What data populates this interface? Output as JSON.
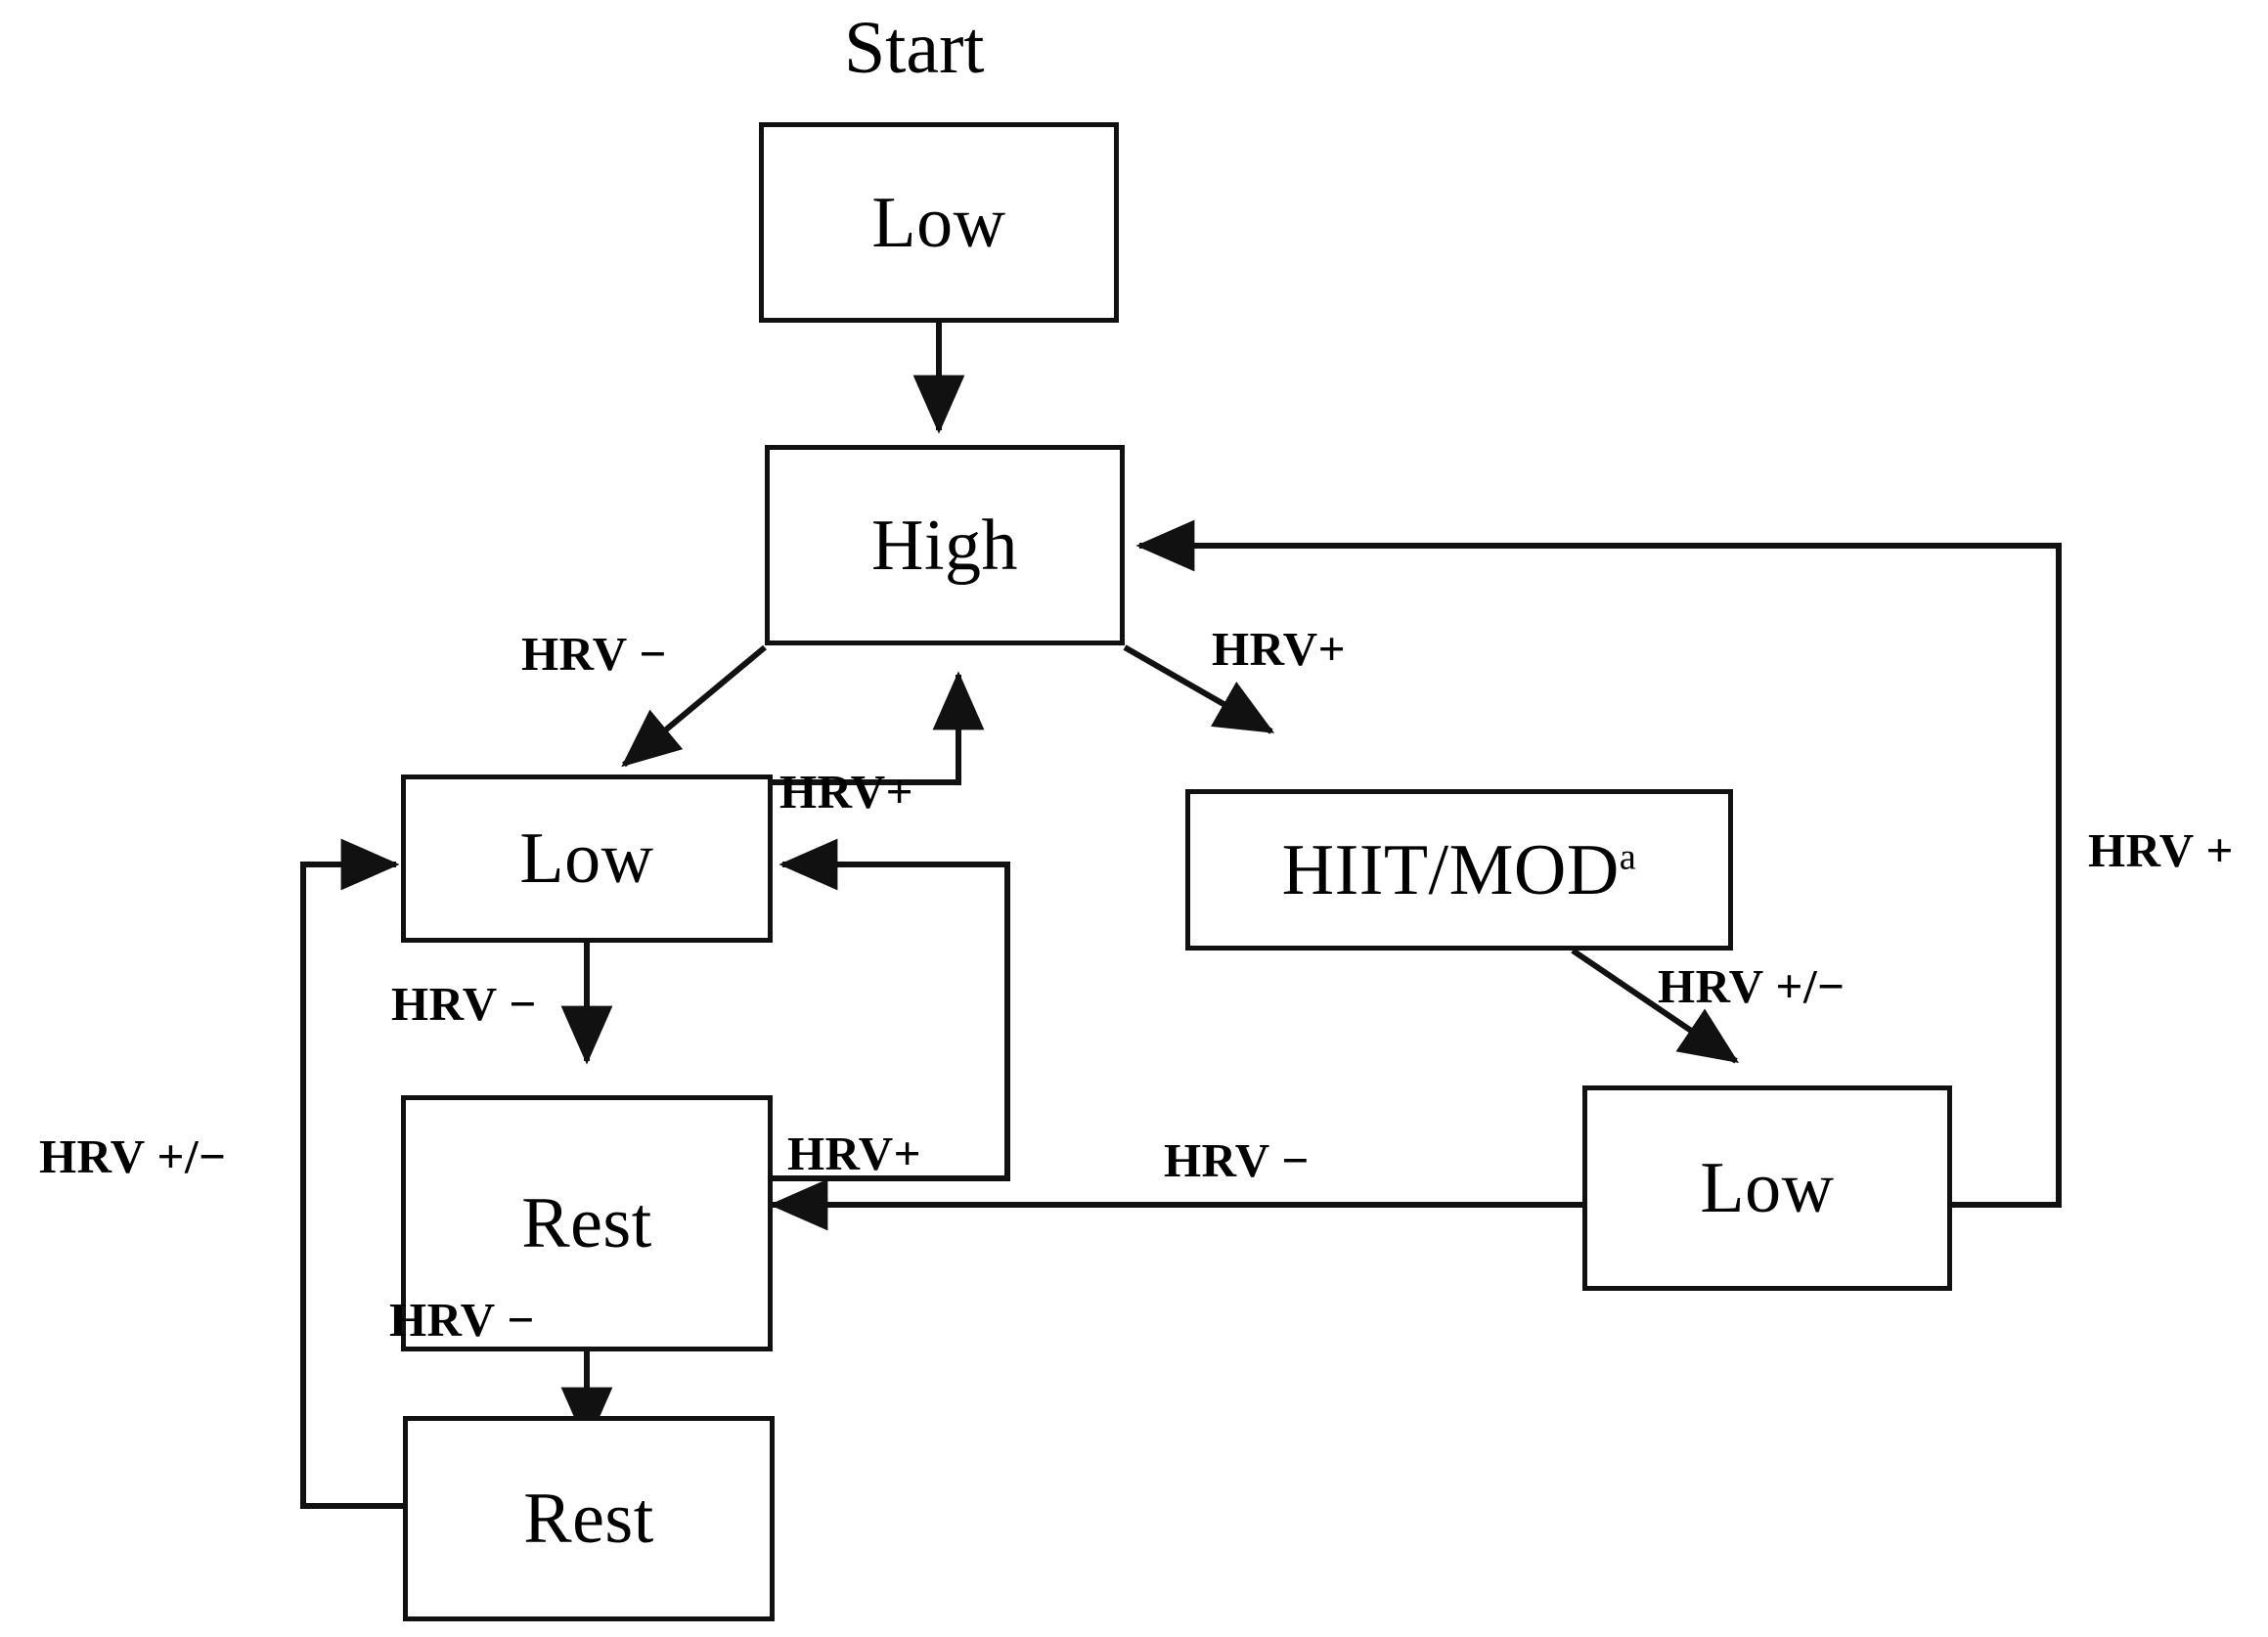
{
  "diagram": {
    "title_label": "Start",
    "type": "flowchart",
    "footnote_marker": "a",
    "nodes": [
      {
        "id": "start-low",
        "label": "Low",
        "superscript": ""
      },
      {
        "id": "high",
        "label": "High",
        "superscript": ""
      },
      {
        "id": "left-low",
        "label": "Low",
        "superscript": ""
      },
      {
        "id": "left-rest",
        "label": "Rest",
        "superscript": ""
      },
      {
        "id": "bottom-rest",
        "label": "Rest",
        "superscript": ""
      },
      {
        "id": "hiit-mod",
        "label": "HIIT/MOD",
        "superscript": "a"
      },
      {
        "id": "right-low",
        "label": "Low",
        "superscript": ""
      }
    ],
    "edge_labels": {
      "high_to_left_low": "HRV −",
      "left_low_to_high": "HRV+",
      "high_to_hiit": "HRV+",
      "right_low_to_high": "HRV +",
      "hiit_to_right_low": "HRV +/−",
      "right_low_to_rest": "HRV −",
      "left_low_to_rest": "HRV −",
      "rest_to_left_low": "HRV+",
      "rest_to_bottom_rest": "HRV −",
      "bottom_rest_to_left_low": "HRV +/−"
    },
    "colors": {
      "stroke": "#111111",
      "text": "#000000",
      "background": "#ffffff"
    }
  }
}
